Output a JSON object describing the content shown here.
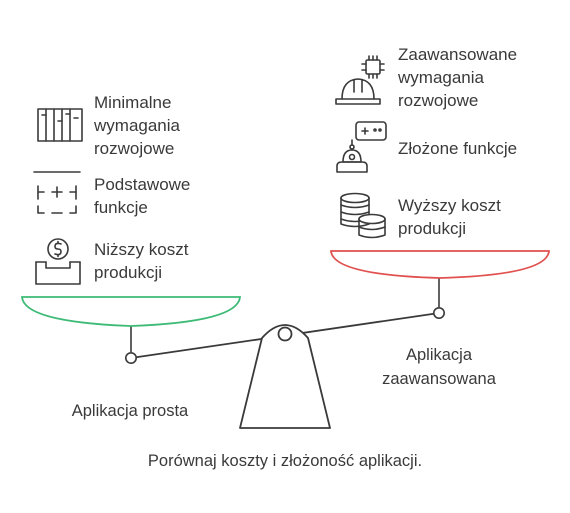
{
  "diagram": {
    "caption": "Porównaj koszty i złożoność aplikacji.",
    "left": {
      "label": "Aplikacja prosta",
      "pan_color": "#3dbb76",
      "items": [
        {
          "icon": "blueprint-panels-icon",
          "lines": [
            "Minimalne",
            "wymagania",
            "rozwojowe"
          ]
        },
        {
          "icon": "plus-grid-icon",
          "lines": [
            "Podstawowe",
            "funkcje"
          ]
        },
        {
          "icon": "money-box-icon",
          "lines": [
            "Niższy koszt",
            "produkcji"
          ]
        }
      ]
    },
    "right": {
      "label_lines": [
        "Aplikacja",
        "zaawansowana"
      ],
      "pan_color": "#e0514f",
      "items": [
        {
          "icon": "hardhat-chip-icon",
          "lines": [
            "Zaawansowane",
            "wymagania",
            "rozwojowe"
          ]
        },
        {
          "icon": "robot-gamepad-icon",
          "lines": [
            "Złożone funkcje"
          ]
        },
        {
          "icon": "coin-stack-icon",
          "lines": [
            "Wyższy koszt",
            "produkcji"
          ]
        }
      ]
    },
    "colors": {
      "ink": "#3a3a3a"
    }
  }
}
